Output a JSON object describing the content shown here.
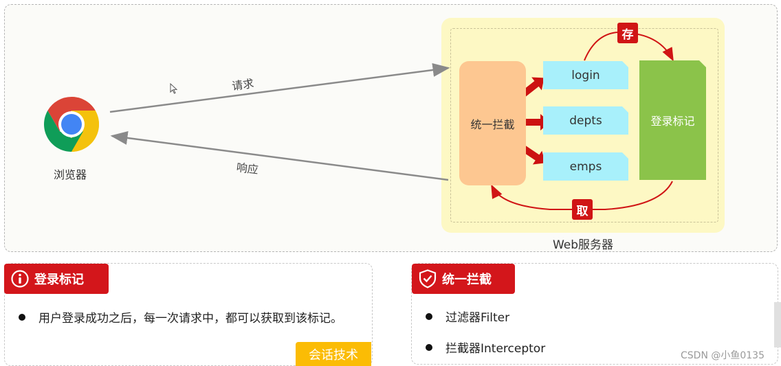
{
  "diagram": {
    "browser_label": "浏览器",
    "request_label": "请求",
    "response_label": "响应",
    "server_label": "Web服务器",
    "filter_label": "统一拦截",
    "servlets": [
      "login",
      "depts",
      "emps"
    ],
    "marker_label": "登录标记",
    "store_label": "存",
    "fetch_label": "取",
    "accent_red": "#d01515",
    "server_bg": "#fdf8c4",
    "filter_color": "#fdc791",
    "servlet_color": "#a8f0fb",
    "marker_color": "#8bc34a"
  },
  "left_card": {
    "title": "登录标记",
    "icon": "info-icon",
    "bullets": [
      "用户登录成功之后，每一次请求中，都可以获取到该标记。"
    ],
    "tag": "会话技术"
  },
  "right_card": {
    "title": "统一拦截",
    "icon": "shield-check-icon",
    "bullets": [
      "过滤器Filter",
      "拦截器Interceptor"
    ]
  },
  "watermark": "CSDN @小鱼0135"
}
